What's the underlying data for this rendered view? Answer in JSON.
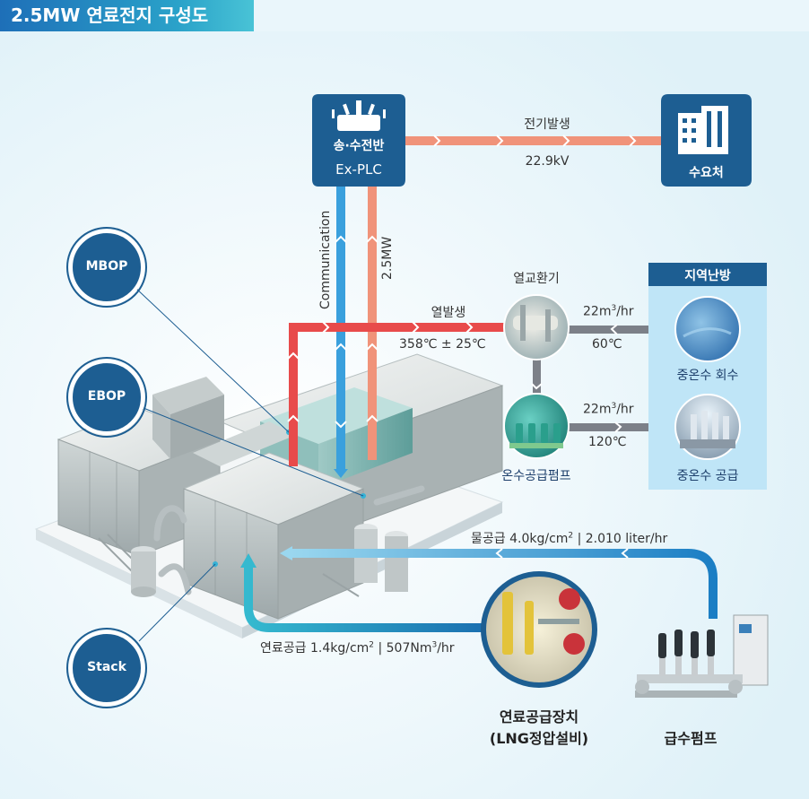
{
  "title": "2.5MW 연료전지 구성도",
  "control_panel": {
    "line1": "송·수전반",
    "line2": "Ex-PLC"
  },
  "consumer": {
    "label": "수요처"
  },
  "power_flow": {
    "label": "전기발생",
    "voltage": "22.9kV"
  },
  "vertical_labels": {
    "communication": "Communication",
    "power": "2.5MW"
  },
  "heat": {
    "label": "열발생",
    "temp": "358℃ ± 25℃"
  },
  "heat_exchanger": {
    "label": "열교환기"
  },
  "district_heating": {
    "title": "지역난방",
    "return_label": "중온수 회수",
    "supply_label": "중온수 공급",
    "return_flow": "22m",
    "return_flow_unit": "/hr",
    "return_temp": "60℃",
    "supply_flow": "22m",
    "supply_flow_unit": "/hr",
    "supply_temp": "120℃",
    "superscript": "3"
  },
  "hot_water_pump": {
    "label": "온수공급펌프"
  },
  "components": {
    "mbop": "MBOP",
    "ebop": "EBOP",
    "stack": "Stack"
  },
  "water_supply": {
    "prefix": "물공급 4.0kg/cm",
    "sup": "2",
    "suffix": " | 2.010 liter/hr"
  },
  "fuel_supply": {
    "prefix": "연료공급 1.4kg/cm",
    "sup": "2",
    "mid": " | 507Nm",
    "sup2": "3",
    "suffix": "/hr"
  },
  "fuel_device": {
    "line1": "연료공급장치",
    "line2": "(LNG정압설비)"
  },
  "feed_pump": {
    "label": "급수펌프"
  },
  "colors": {
    "power": "#f0937a",
    "heat": "#e84b4b",
    "comm": "#3aa0dd",
    "water": "#1b7ec4",
    "fuel": "#35b9cf",
    "gray_pipe": "#7c8088",
    "dark_blue": "#1d5e92",
    "heating_panel": "#bfe5f7"
  }
}
